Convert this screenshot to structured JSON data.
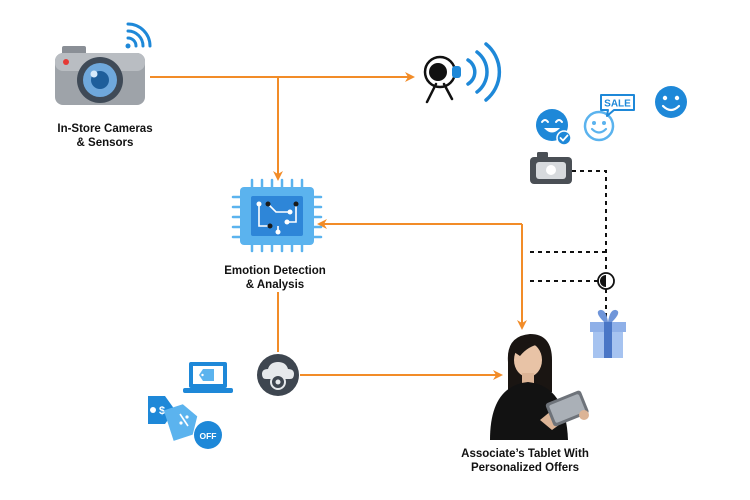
{
  "nodes": {
    "cameras": {
      "line1": "In-Store Cameras",
      "line2": "& Sensors",
      "icon": "security-camera-icon"
    },
    "emotion": {
      "line1": "Emotion Detection",
      "line2": "& Analysis",
      "icon": "processor-chip-icon"
    },
    "tablet": {
      "line1": "Associate’s Tablet With",
      "line2": "Personalized Offers",
      "icon": "associate-with-tablet-icon"
    }
  },
  "icons": {
    "sensor": "sound-sensor-icon",
    "cloud": "cloud-camera-icon",
    "gift": "gift-box-icon",
    "sale_badge": {
      "icon": "sale-badge-icon",
      "text": "SALE"
    },
    "off_tag": {
      "icon": "off-tag-icon",
      "text": "OFF"
    }
  },
  "colors": {
    "accent": "#F28C28",
    "brand_blue": "#1E88D8",
    "light_blue": "#5BB3EE",
    "dashed": "#111111",
    "text": "#111111"
  }
}
